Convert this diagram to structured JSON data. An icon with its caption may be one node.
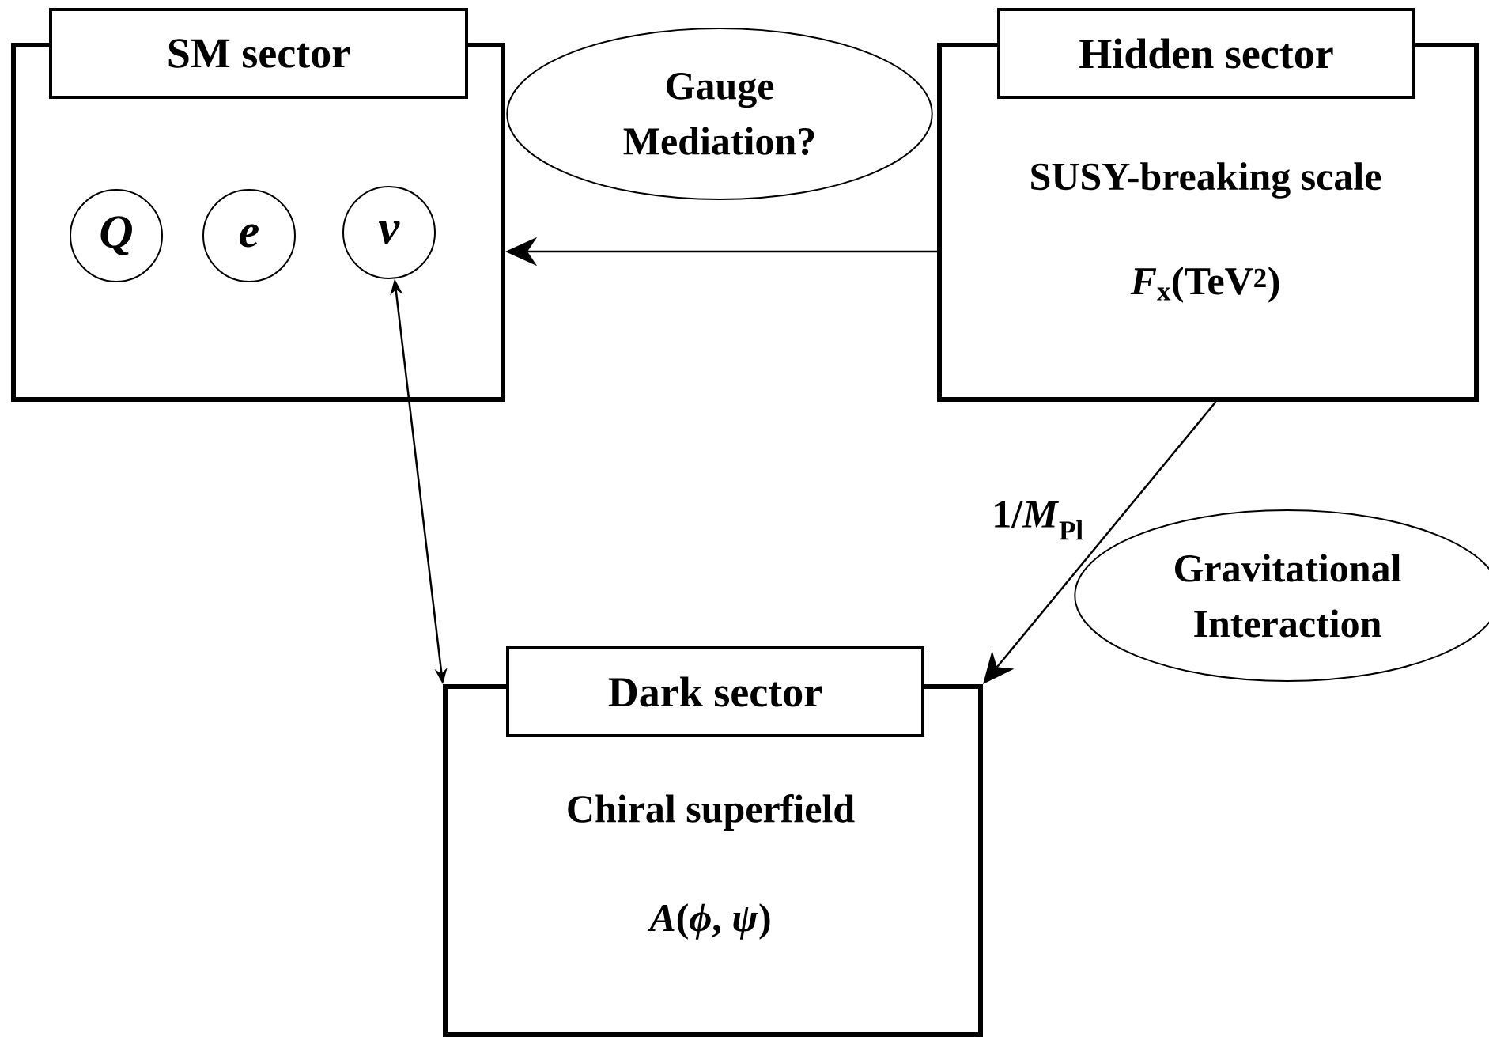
{
  "diagram": {
    "nodes": [
      {
        "text": [
          "SM sector"
        ]
      },
      {
        "text": [
          "*Q*"
        ],
        "in": 0
      },
      {
        "text": [
          "*e*"
        ],
        "in": 0
      },
      {
        "text": [
          "*ν*"
        ],
        "in": 0
      },
      {
        "text": [
          "Hidden sector",
          "SUSY-breaking scale",
          "*F*$_{x}$(TeV$^{2}$)"
        ]
      },
      {
        "text": [
          "Dark sector",
          "Chiral superfield",
          "*A*(*ϕ*, *ψ*)"
        ]
      },
      {
        "text": [
          "Gauge Mediation?"
        ]
      },
      {
        "text": [
          "Gravitational Interaction"
        ]
      }
    ],
    "edges": [
      {
        "from": 4,
        "to": 0,
        "arrow": "to"
      },
      {
        "from": 4,
        "to": 5,
        "arrow": "to",
        "label": "1/*M*$_{Pl}$"
      },
      {
        "from": 3,
        "to": 5,
        "arrow": "both"
      }
    ]
  }
}
